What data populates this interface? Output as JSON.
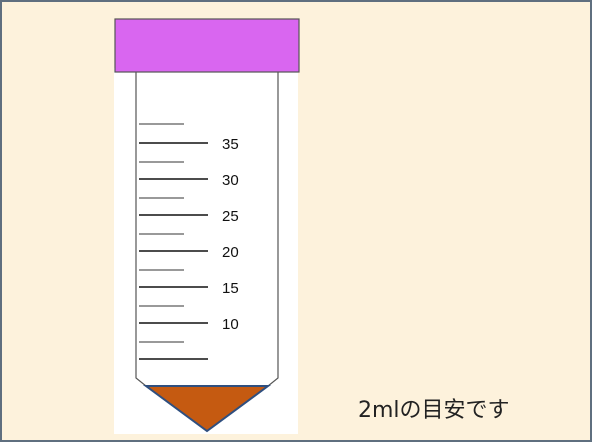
{
  "diagram": {
    "scale_labels": [
      "35",
      "30",
      "25",
      "20",
      "15",
      "10"
    ],
    "caption": "2mlの目安です",
    "colors": {
      "background": "#fdf2dc",
      "border": "#5f6f7f",
      "cap": "#d966f0",
      "sample": "#c55a11",
      "tube_outline": "#555555"
    }
  }
}
